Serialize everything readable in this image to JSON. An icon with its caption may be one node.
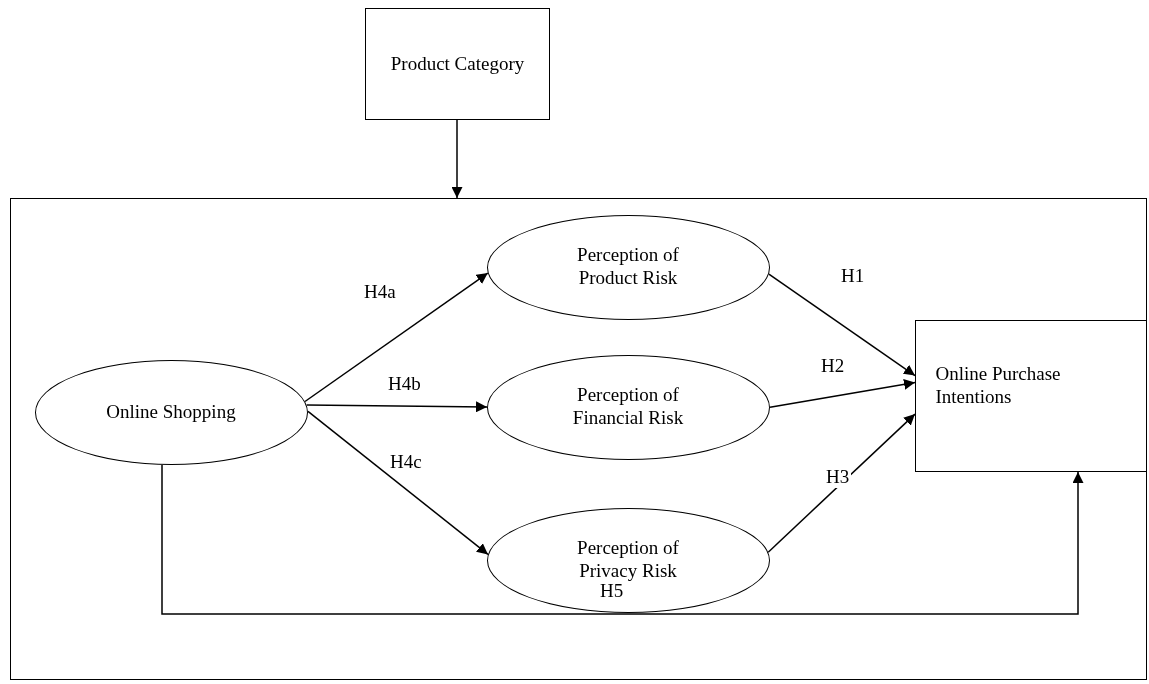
{
  "diagram": {
    "nodes": [
      {
        "text": [
          "Product Category"
        ]
      },
      {
        "text": [],
        "shape": "box"
      },
      {
        "text": [
          "Online Shopping"
        ],
        "in": 1
      },
      {
        "text": [
          "Perception of Product Risk"
        ],
        "in": 1
      },
      {
        "text": [
          "Perception of Financial Risk"
        ],
        "in": 1
      },
      {
        "text": [
          "Perception of Privacy Risk"
        ],
        "in": 1
      },
      {
        "text": [
          "Online Purchase Intentions"
        ],
        "in": 1
      }
    ],
    "edges": [
      {
        "from": 0,
        "to": 1,
        "arrow": "to"
      },
      {
        "from": 2,
        "to": 3,
        "arrow": "to",
        "label": "H4a"
      },
      {
        "from": 2,
        "to": 4,
        "arrow": "to",
        "label": "H4b"
      },
      {
        "from": 2,
        "to": 5,
        "arrow": "to",
        "label": "H4c"
      },
      {
        "from": 3,
        "to": 6,
        "arrow": "to",
        "label": "H1"
      },
      {
        "from": 4,
        "to": 6,
        "arrow": "to",
        "label": "H2"
      },
      {
        "from": 5,
        "to": 6,
        "arrow": "to",
        "label": "H3"
      },
      {
        "from": 2,
        "to": 6,
        "arrow": "to",
        "label": "H5"
      }
    ]
  }
}
